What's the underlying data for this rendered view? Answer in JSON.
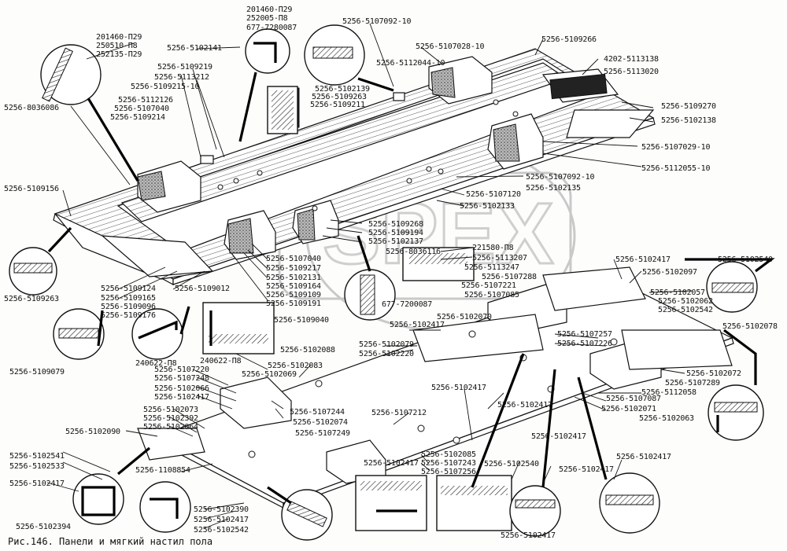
{
  "caption": "Рис.146. Панели и мягкий настил пола",
  "watermark": "SPEX",
  "labels": [
    "201460-П29",
    "252005-П8",
    "677-7280087",
    "5256-5107092-10",
    "5256-5107028-10",
    "5256-5109266",
    "201460-П29",
    "250510-П8",
    "252135-П29",
    "5256-5102141",
    "5256-5112044-10",
    "4202-5113138",
    "5256-5113020",
    "5256-5109219",
    "5256-5113212",
    "5256-5109215-10",
    "5256-5102139",
    "5256-5109263",
    "5256-5109211",
    "5256-8036086",
    "5256-5112126",
    "5256-5107040",
    "5256-5109214",
    "5256-5109270",
    "5256-5102138",
    "5256-5107029-10",
    "5256-5112055-10",
    "5256-5107092-10",
    "5256-5102135",
    "5256-5109156",
    "5256-5107120",
    "5256-5102133",
    "5256-5109268",
    "5256-5109194",
    "5256-5102137",
    "5256-8036116",
    "221580-П8",
    "5256-5113207",
    "5256-5113247",
    "5256-5107288",
    "5256-5107040",
    "5256-5109217",
    "5256-5102131",
    "5256-5109164",
    "5256-5109109",
    "5256-5109191",
    "5256-5109124",
    "5256-5109165",
    "5256-5109096",
    "5256-5109176",
    "5256-5109012",
    "5256-5109263",
    "5256-5109040",
    "5256-5102417",
    "5256-5102097",
    "5256-5102540",
    "5256-5107221",
    "5256-5107085",
    "5256-5102057",
    "5256-5102062",
    "5256-5102542",
    "677-7200087",
    "5256-5102070",
    "5256-5102417",
    "5256-5109079",
    "240622-П8",
    "240622-П8",
    "5256-5102088",
    "5256-5102079",
    "5256-5102220",
    "5256-5107257",
    "5256-5107226",
    "5256-5102078",
    "5256-5107220",
    "5256-5107248",
    "5256-5102083",
    "5256-5102069",
    "5256-5102066",
    "5256-5102417",
    "5256-5102072",
    "5256-5107289",
    "5256-5112058",
    "5256-5102073",
    "5256-5102392",
    "5256-5102064",
    "5256-5107244",
    "5256-5102074",
    "5256-5107212",
    "5256-5102417",
    "5256-5102417",
    "5256-5107087",
    "5256-5102071",
    "5256-5102063",
    "5256-5102090",
    "5256-5107249",
    "5256-5102417",
    "5256-5102541",
    "5256-5102533",
    "5256-5102417",
    "5256-1108854",
    "5256-5102085",
    "5256-5107243",
    "5256-5102417",
    "5256-5102540",
    "5256-5107256",
    "5256-5102417",
    "5256-5102417",
    "5256-5102394",
    "5256-5102390",
    "5256-5102417",
    "5256-5102542",
    "5256-5102417"
  ]
}
